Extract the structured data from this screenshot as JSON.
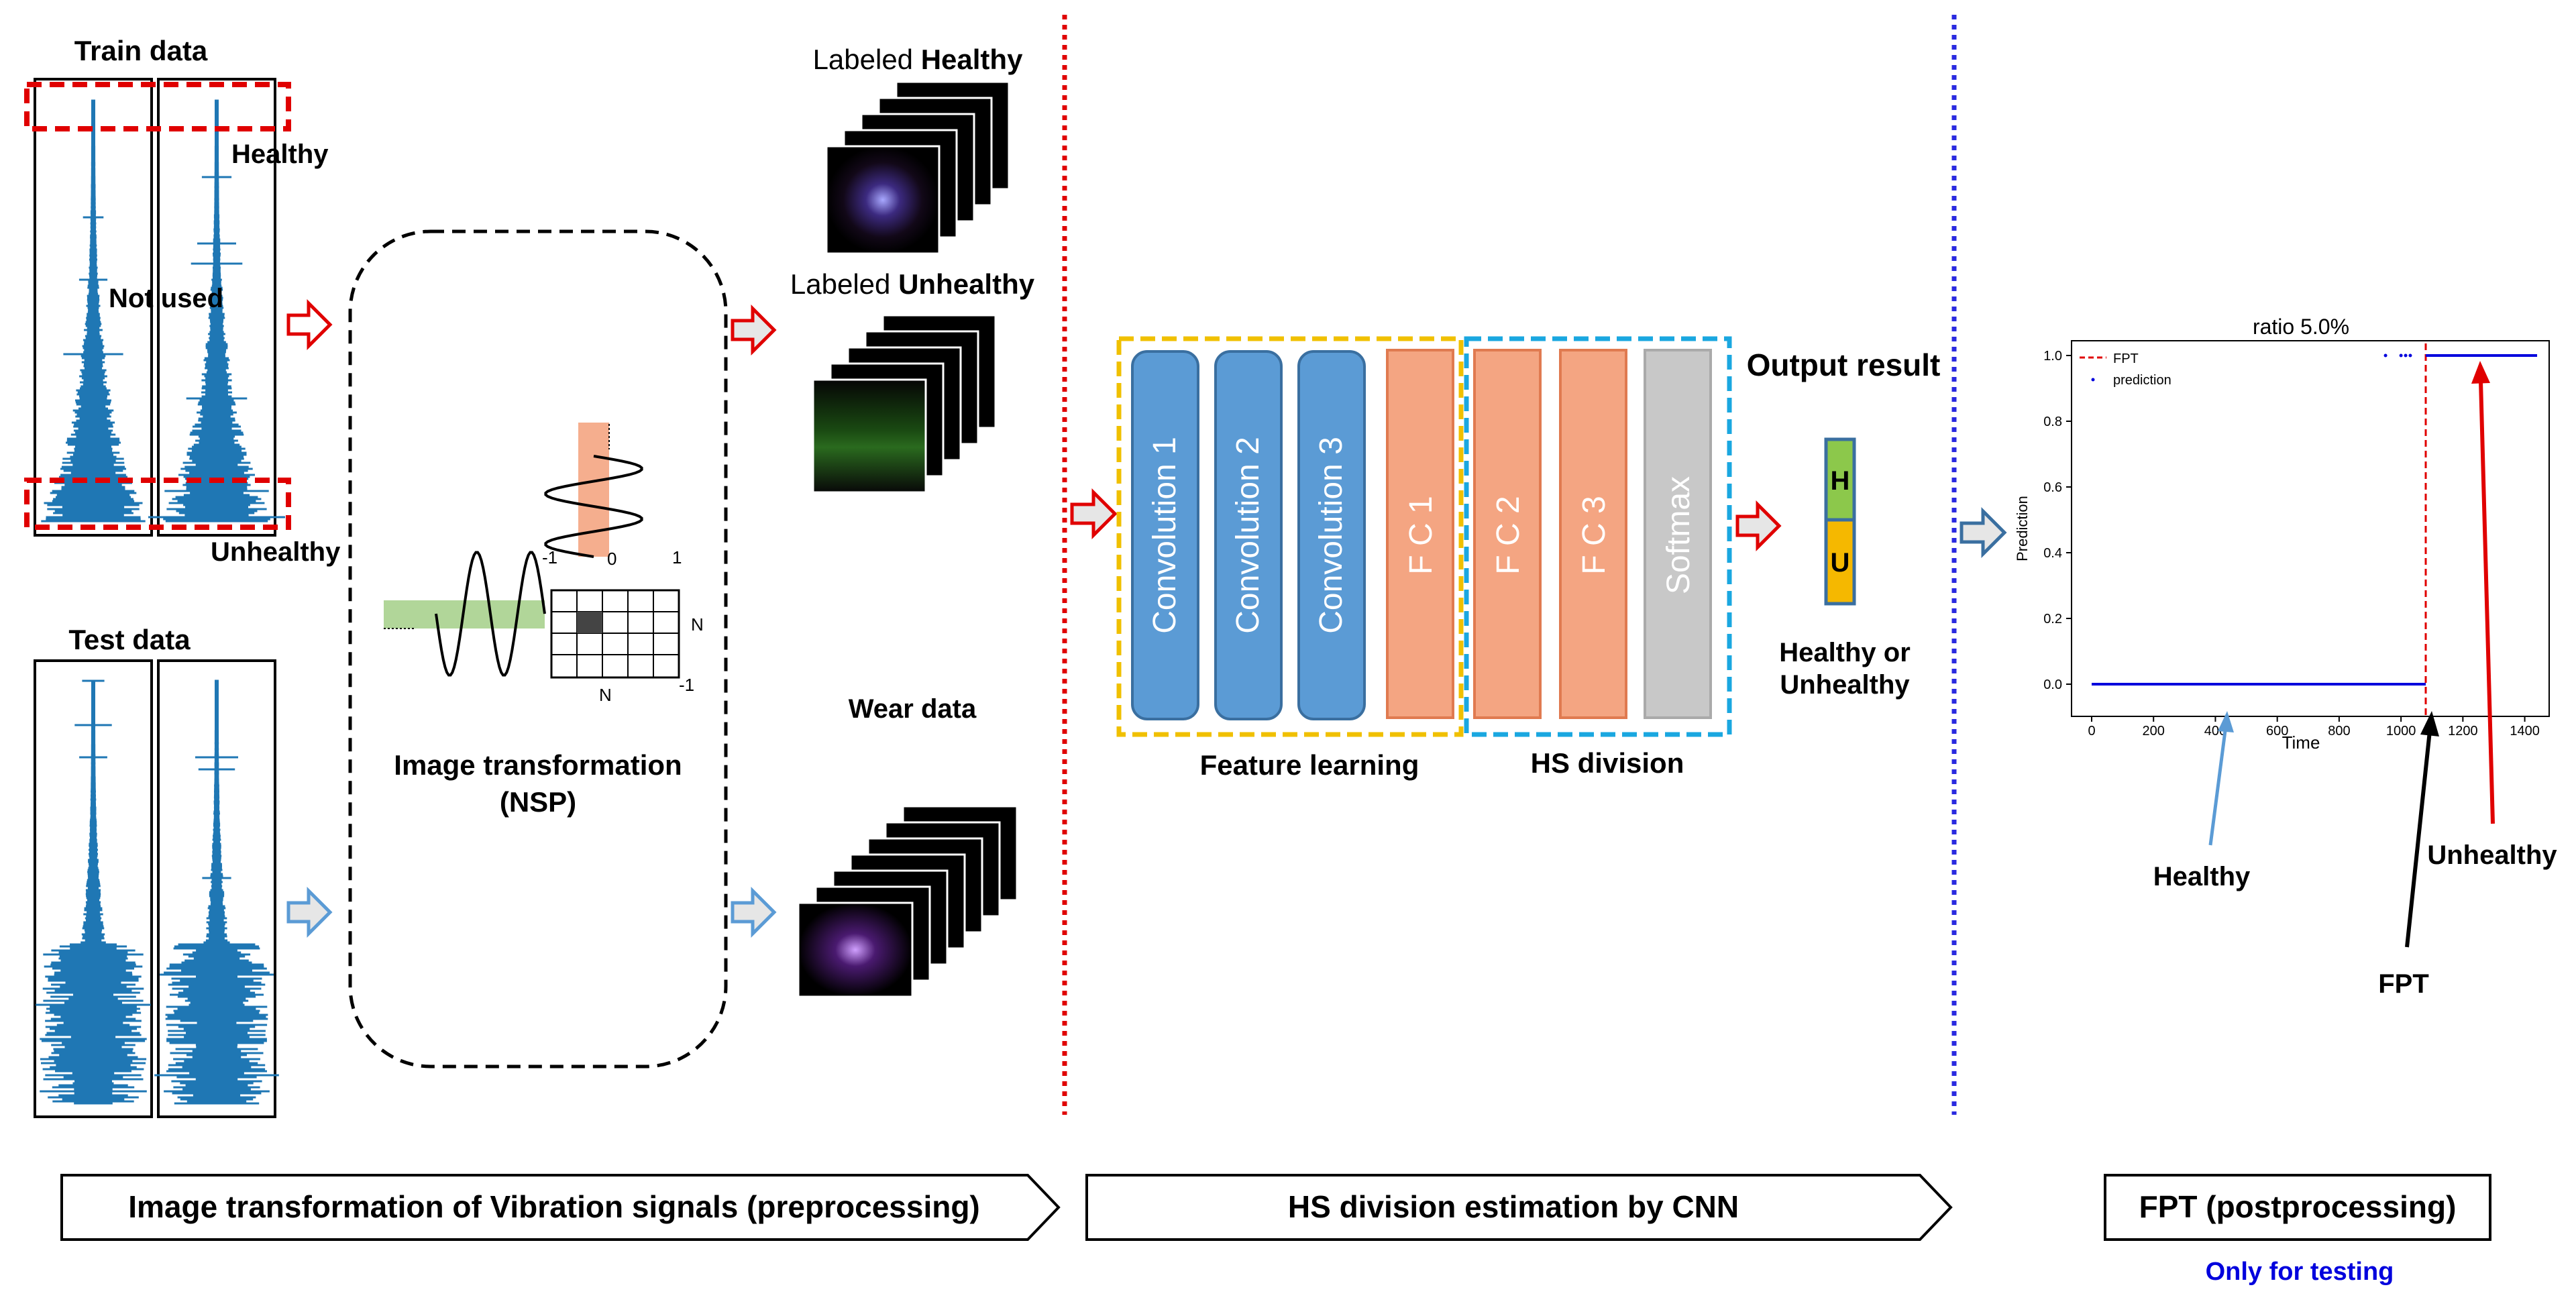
{
  "preprocessing": {
    "train_title": "Train data",
    "test_title": "Test data",
    "healthy_label": "Healthy",
    "not_used_label": "Not used",
    "unhealthy_label": "Unhealthy",
    "nsp_title_line1": "Image transformation",
    "nsp_title_line2": "(NSP)",
    "nsp_axis": {
      "neg1_top": "-1",
      "zero_top": "0",
      "one_top": "1",
      "n_right": "N",
      "neg1_right": "-1",
      "n_bottom": "N"
    }
  },
  "images": {
    "labeled_prefix": "Labeled",
    "healthy_word": "Healthy",
    "unhealthy_word": "Unhealthy",
    "wear_title": "Wear data"
  },
  "cnn": {
    "layers": [
      "Convolution 1",
      "Convolution 2",
      "Convolution 3",
      "F C 1",
      "F C 2",
      "F C 3",
      "Softmax"
    ],
    "feature_learning": "Feature learning",
    "hs_division": "HS division",
    "output_title": "Output result",
    "output_h": "H",
    "output_u": "U",
    "output_caption_line1": "Healthy or",
    "output_caption_line2": "Unhealthy"
  },
  "fpt_plot": {
    "title": "ratio 5.0%",
    "ylabel": "Prediction",
    "xlabel": "Time",
    "legend_fpt": "FPT",
    "legend_prediction": "prediction",
    "xticks": [
      "0",
      "200",
      "400",
      "600",
      "800",
      "1000",
      "1200",
      "1400"
    ],
    "yticks": [
      "0.0",
      "0.2",
      "0.4",
      "0.6",
      "0.8",
      "1.0"
    ],
    "healthy_label": "Healthy",
    "fpt_label": "FPT",
    "unhealthy_label": "Unhealthy"
  },
  "stages": {
    "pre": "Image transformation of Vibration signals (preprocessing)",
    "cnn": "HS division estimation by CNN",
    "post": "FPT (postprocessing)",
    "only_testing": "Only for testing"
  },
  "colors": {
    "signal": "#1f77b4",
    "conv": "#5b9bd5",
    "fc": "#f4a582",
    "softmax": "#c8c8c8",
    "red": "#e00000",
    "blue_arrow": "#5b9bd5",
    "yellow": "#f0c000",
    "cyan": "#1aa7e0",
    "green_h": "#8cc84b",
    "yellow_u": "#f5b800",
    "testing_blue": "#0000dd"
  }
}
